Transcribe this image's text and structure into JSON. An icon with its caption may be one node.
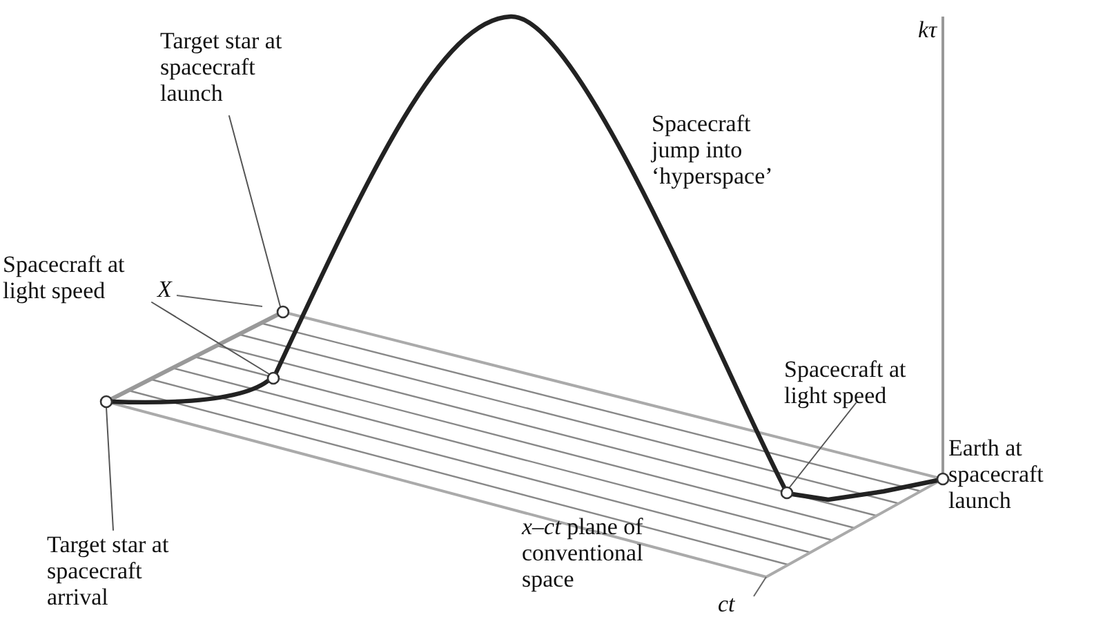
{
  "diagram": {
    "nodes": [
      {
        "text": [
          "Target star at spacecraft launch"
        ]
      },
      {
        "text": [],
        "shape": "circle"
      },
      {
        "text": [
          "Spacecraft at light speed"
        ]
      },
      {
        "text": [],
        "shape": "circle"
      },
      {
        "text": [
          "Target star at spacecraft arrival"
        ]
      },
      {
        "text": [],
        "shape": "circle"
      },
      {
        "text": [
          "Spacecraft at light speed"
        ]
      },
      {
        "text": [],
        "shape": "circle"
      },
      {
        "text": [],
        "shape": "circle",
        "beside": [
          "Earth at spacecraft launch"
        ]
      }
    ],
    "edges": [
      {
        "from": 0,
        "to": 1,
        "arrow": "none"
      },
      {
        "from": 2,
        "to": 3,
        "arrow": "none"
      },
      {
        "from": 4,
        "to": 5,
        "arrow": "none"
      },
      {
        "from": 6,
        "to": 7,
        "arrow": "none"
      },
      {
        "from": 8,
        "to": 7,
        "arrow": "none",
        "style": "thick"
      },
      {
        "from": 7,
        "to": 3,
        "arrow": "none",
        "style": "thick"
      },
      {
        "from": 3,
        "to": 5,
        "arrow": "none",
        "style": "thick"
      }
    ],
    "labels": [
      "Spacecraft jump into ‘hyperspace’",
      "kτ",
      "X",
      "*x–ct* plane of conventional space",
      "ct"
    ]
  }
}
